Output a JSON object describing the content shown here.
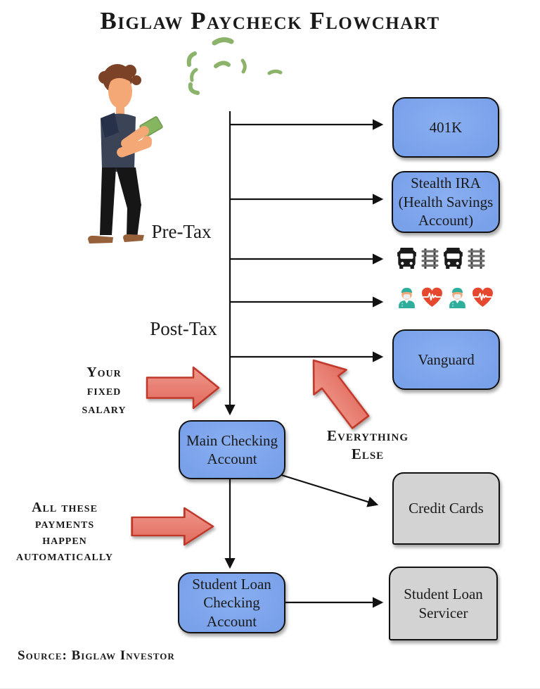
{
  "title": "Biglaw Paycheck Flowchart",
  "source": "Source: Biglaw Investor",
  "labels": {
    "pre_tax": "Pre-Tax",
    "post_tax": "Post-Tax"
  },
  "annotations": {
    "your_fixed_salary": "Your\nfixed\nsalary",
    "everything_else": "Everything\nElse",
    "payments_automatic": "All these\npayments\nhappen\nautomatically"
  },
  "boxes": {
    "k401": "401K",
    "stealth_ira": "Stealth IRA\n(Health Savings\nAccount)",
    "vanguard": "Vanguard",
    "main_checking": "Main Checking\nAccount",
    "credit_cards": "Credit Cards",
    "student_loan_checking": "Student Loan\nChecking\nAccount",
    "student_loan_servicer": "Student Loan\nServicer"
  },
  "icons": {
    "transit_row": [
      "bus-icon",
      "railway-track-icon",
      "bus-icon",
      "railway-track-icon"
    ],
    "health_row": [
      "doctor-icon",
      "heart-pulse-icon",
      "doctor-icon",
      "heart-pulse-icon"
    ]
  },
  "colors": {
    "box_blue": "#79A1EA",
    "box_gray": "#D3D3D3",
    "arrow_red_fill": "#E8837A",
    "arrow_red_border": "#C0392B",
    "money_green": "#8CB36A",
    "line": "#111111"
  }
}
